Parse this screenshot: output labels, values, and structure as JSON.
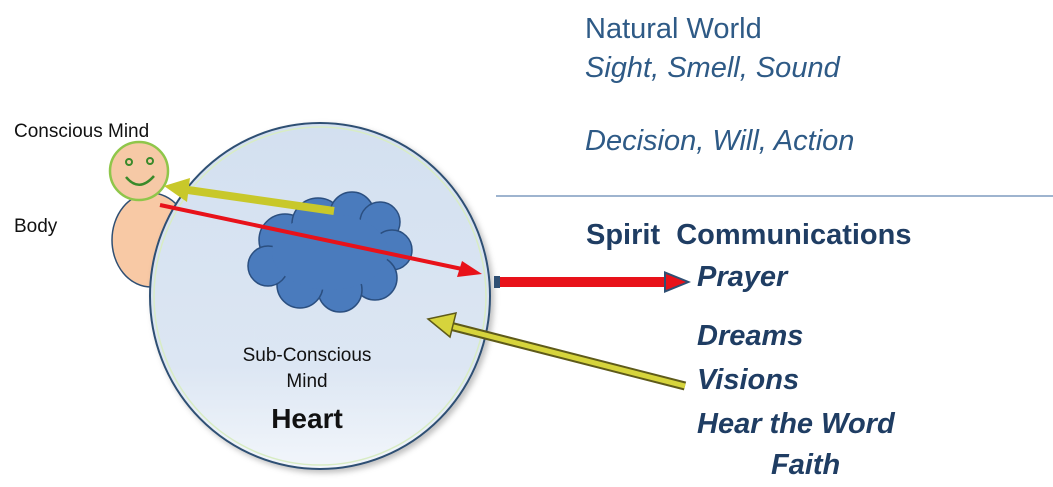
{
  "labels": {
    "conscious_mind": "Conscious Mind",
    "body": "Body",
    "sub_conscious_line1": "Sub-Conscious",
    "sub_conscious_line2": "Mind",
    "heart": "Heart"
  },
  "natural_world": {
    "title": "Natural World",
    "senses": "Sight, Smell, Sound",
    "decision": "Decision, Will, Action"
  },
  "spirit": {
    "title": "Spirit  Communications",
    "prayer": "Prayer",
    "dreams": "Dreams",
    "visions": "Visions",
    "hear_word": "Hear the Word",
    "faith": "Faith"
  },
  "colors": {
    "heart_fill": "#dbe6f3",
    "heart_stroke": "#2f4f73",
    "cloud_fill": "#4a7bbd",
    "face_fill": "#f6c9a6",
    "face_stroke": "#8fc64a",
    "body_fill": "#f9caa6",
    "red_arrow": "#e8121a",
    "yellow_arrow": "#c8c82a",
    "divider": "#7f9cbf"
  }
}
